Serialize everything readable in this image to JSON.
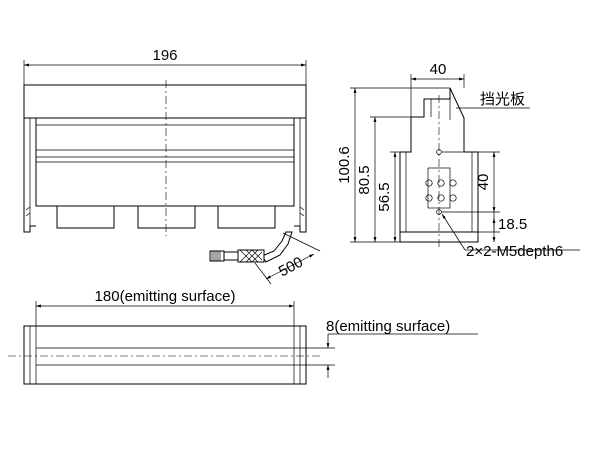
{
  "front_view": {
    "overall_width_label": "196",
    "cable_length_label": "500"
  },
  "side_view": {
    "width_label": "40",
    "shield_label": "挡光板",
    "height_total_label": "100.6",
    "height_mid_label": "80.5",
    "height_low_label": "56.5",
    "hole_spacing_label": "40",
    "hole_offset_label": "18.5",
    "hole_spec_label": "2×2-M5depth6"
  },
  "bottom_view": {
    "emitting_length_label": "180(emitting surface)",
    "emitting_width_label": "8(emitting surface)"
  }
}
